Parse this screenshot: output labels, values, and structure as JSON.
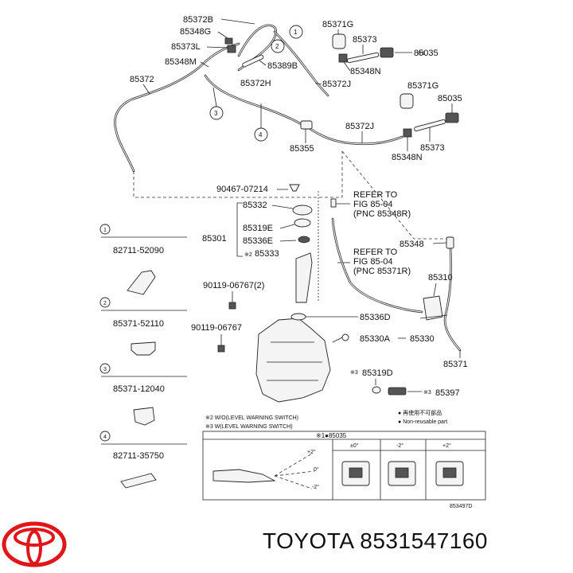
{
  "callouts": {
    "c85372B": "85372B",
    "c85348G": "85348G",
    "c85373L": "85373L",
    "c85348M": "85348M",
    "c85389B": "85389B",
    "c85372": "85372",
    "c85372H": "85372H",
    "c85355": "85355",
    "c85371G_a": "85371G",
    "c85373_a": "85373",
    "c85035_a": "85035",
    "c85348N_a": "85348N",
    "c85372J_a": "85372J",
    "c85371G_b": "85371G",
    "c85035_b": "85035",
    "c85372J_b": "85372J",
    "c85373_b": "85373",
    "c85348N_b": "85348N",
    "c90467": "90467-07214",
    "c85332": "85332",
    "c85301": "85301",
    "c85319E": "85319E",
    "c85336E": "85336E",
    "c85333": "85333",
    "c90119_2": "90119-06767(2)",
    "c90119": "90119-06767",
    "c85348": "85348",
    "c85310": "85310",
    "c85336D": "85336D",
    "c85330A": "85330A",
    "c85330": "85330",
    "c85371": "85371",
    "c85319D": "85319D",
    "c85397": "85397"
  },
  "refer1": {
    "l1": "REFER TO",
    "l2": "FIG 85-04",
    "l3": "(PNC 85348R)"
  },
  "refer2": {
    "l1": "REFER TO",
    "l2": "FIG 85-04",
    "l3": "(PNC 85371R)"
  },
  "marks": {
    "note1": "※1",
    "note2": "※2",
    "note3": "※3"
  },
  "legend_side": [
    {
      "num": "1",
      "part": "82711-52090"
    },
    {
      "num": "2",
      "part": "85371-52110"
    },
    {
      "num": "3",
      "part": "85371-12040"
    },
    {
      "num": "4",
      "part": "82711-35750"
    }
  ],
  "notes": {
    "n2": "※2 W/O(LEVEL WARNING SWITCH)",
    "n3": "※3 W(LEVEL WARNING SWITCH)",
    "reuse_jp": "再使用不可部品",
    "reuse_en": "Non-reusable part"
  },
  "detail": {
    "title": "※1●85035",
    "angle_plus": "+2°",
    "angle_zero": "0°",
    "angle_minus": "-2°",
    "col0": "±0°",
    "col1": "-2°",
    "col2": "+2°"
  },
  "fig_id": "853497D",
  "brand_name": "TOYOTA",
  "part_number": "8531547160",
  "colors": {
    "logo_red": "#e0161b",
    "ink": "#222222"
  }
}
